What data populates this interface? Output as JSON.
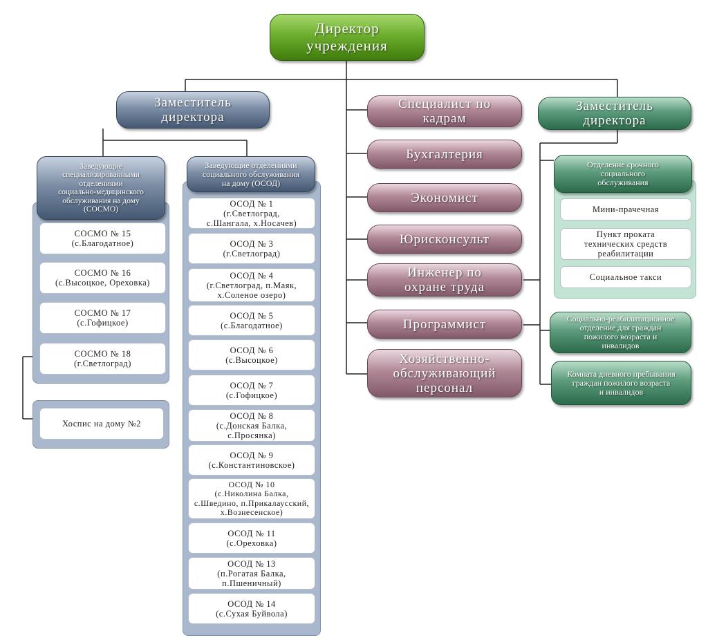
{
  "director": "Директор\nучреждения",
  "left_deputy": {
    "title": "Заместитель\nдиректора",
    "heads_socmo": "Заведующие\nспециализированными\nотделениями\nсоциально-медицинского\nобслуживания на дому\n(СОСМО)",
    "socmo": [
      "СОСМО № 15\n(с.Благодатное)",
      "СОСМО № 16\n(с.Высоцкое, Ореховка)",
      "СОСМО № 17\n(с.Гофицкое)",
      "СОСМО № 18\n(г.Светлоград)"
    ],
    "hospice": "Хоспис на дому №2",
    "heads_osod": "Заведующие отделениями\nсоциального обслуживания\nна дому (ОСОД)",
    "osod": [
      "ОСОД № 1\n(г.Светлоград,\nс.Шангала, х.Носачев)",
      "ОСОД № 3\n(г.Светлоград)",
      "ОСОД № 4\n(г.Светлоград, п.Маяк,\nх.Соленое озеро)",
      "ОСОД № 5\n(с.Благодатное)",
      "ОСОД № 6\n(с.Высоцкое)",
      "ОСОД № 7\n(с.Гофицкое)",
      "ОСОД № 8\n(с.Донская Балка,\nс.Просянка)",
      "ОСОД № 9\n(с.Константиновское)",
      "ОСОД № 10\n(с.Николина Балка,\nс.Шведино, п.Прикалаусский,\nх.Вознесенское)",
      "ОСОД № 11\n(с.Ореховка)",
      "ОСОД № 13\n(п.Рогатая Балка,\nп.Пшеничный)",
      "ОСОД № 14\n(с.Сухая Буйвола)"
    ]
  },
  "center_items": [
    "Специалист по\nкадрам",
    "Бухгалтерия",
    "Экономист",
    "Юрисконсульт",
    "Инженер по\nохране труда",
    "Программист",
    "Хозяйственно-\nобслуживающий\nперсонал"
  ],
  "right_deputy": {
    "title": "Заместитель\nдиректора",
    "urgent_dept": "Отделение срочного\nсоциального\nобслуживания",
    "urgent_items": [
      "Мини-прачечная",
      "Пункт проката\nтехнических средств\nреабилитации",
      "Социальное такси"
    ],
    "rehab_dept": "Социально-реабилитационное\nотделение для граждан\nпожилого возраста и\nинвалидов",
    "day_room": "Комната дневного пребывания\nграждан пожилого возраста\nи инвалидов"
  },
  "colors": {
    "director": "#6eae2e",
    "left_branch": "#7c8ea6",
    "center_branch": "#b08896",
    "right_branch": "#5c9b7c",
    "line": "#222222"
  }
}
